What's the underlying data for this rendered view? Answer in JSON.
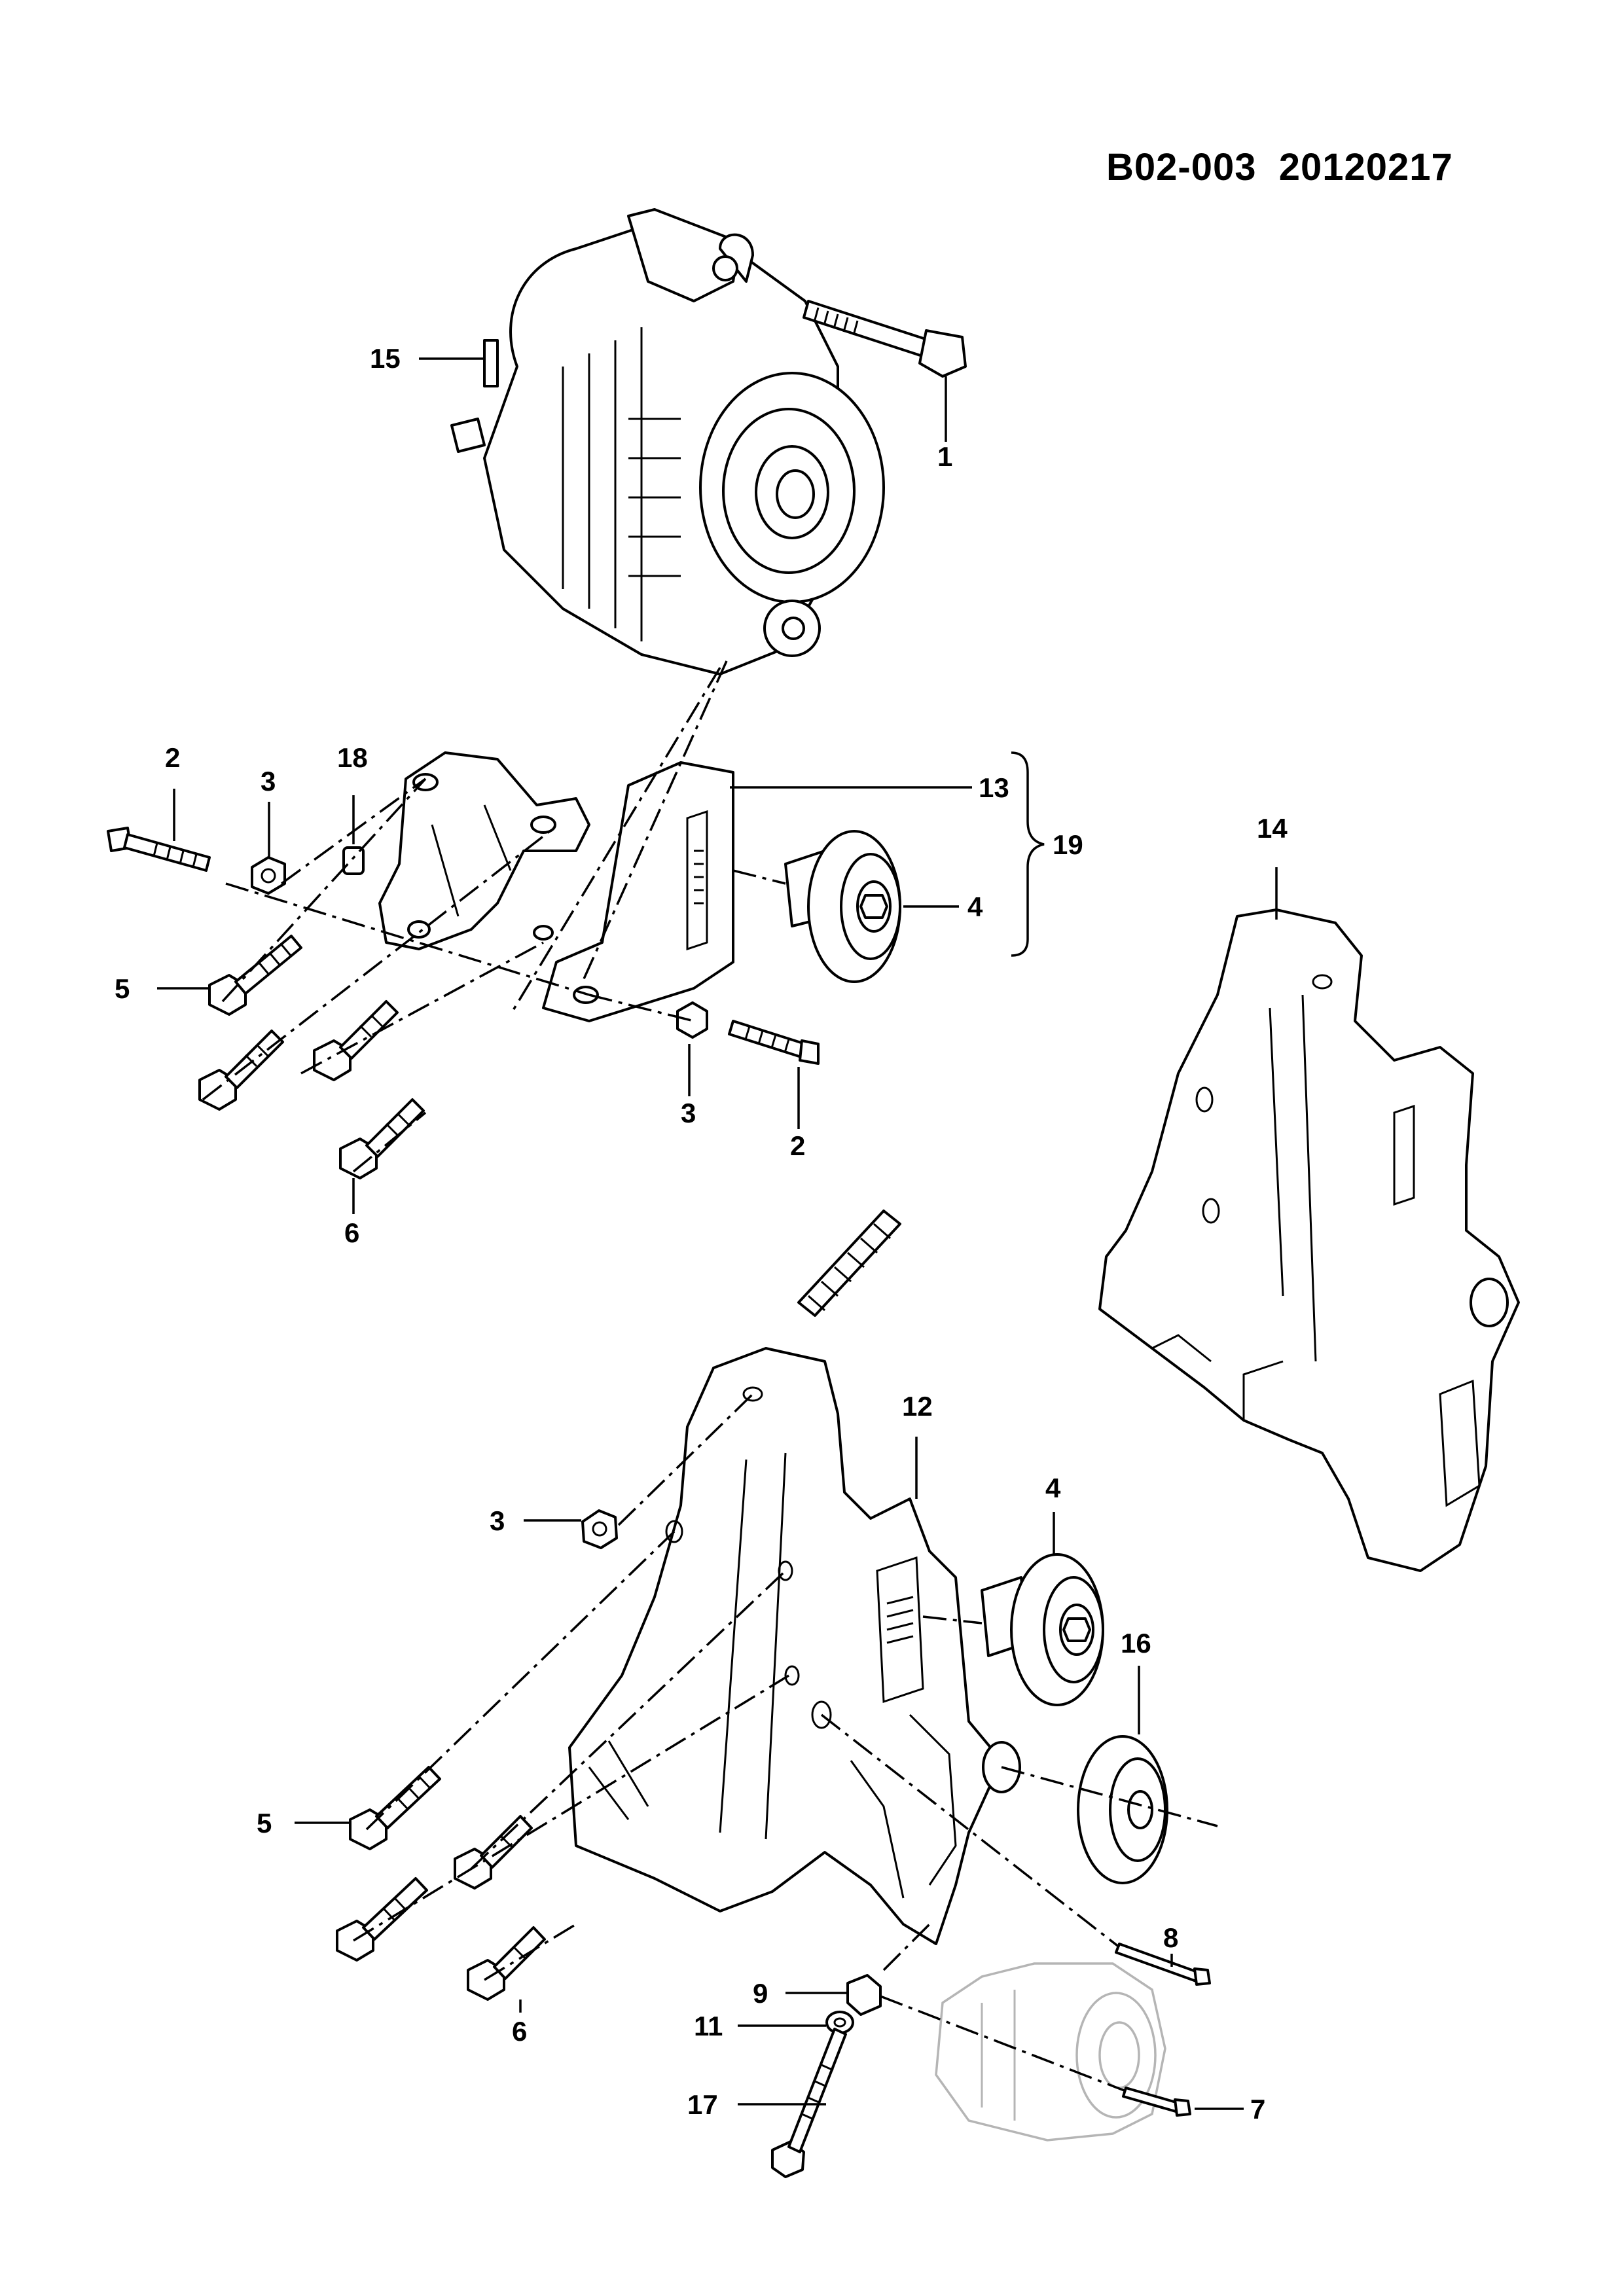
{
  "header": {
    "code": "B02-003",
    "date": "20120217"
  },
  "callouts": {
    "c1": "1",
    "c2a": "2",
    "c2b": "2",
    "c3a": "3",
    "c3b": "3",
    "c3c": "3",
    "c4a": "4",
    "c4b": "4",
    "c5a": "5",
    "c5b": "5",
    "c6a": "6",
    "c6b": "6",
    "c7": "7",
    "c8": "8",
    "c9": "9",
    "c11": "11",
    "c12": "12",
    "c13": "13",
    "c14": "14",
    "c15": "15",
    "c16": "16",
    "c17": "17",
    "c18": "18",
    "c19": "19"
  }
}
